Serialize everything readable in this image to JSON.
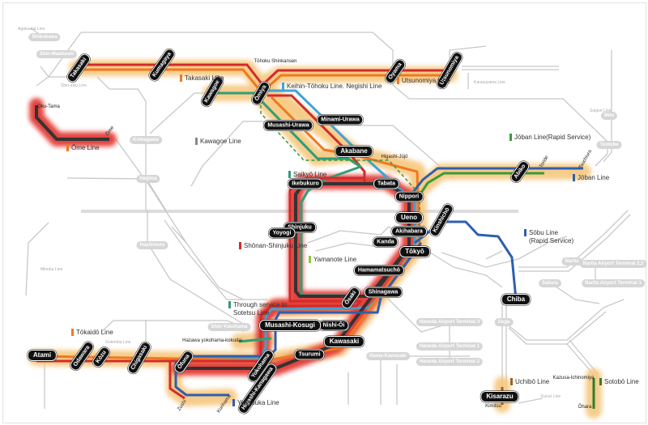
{
  "stations": {
    "takasaki": "Takasaki",
    "kumagaya": "Kumagaya",
    "omiya": "Ōmiya",
    "kawagoe": "Kawagoe",
    "oyama": "Oyama",
    "utsunomiya": "Utsunomiya",
    "musashi_urawa": "Musashi-Urawa",
    "minami_urawa": "Minami-Urawa",
    "akabane": "Akabane",
    "ikebukuro": "Ikebukuro",
    "tabata": "Tabata",
    "nippori": "Nippori",
    "ueno": "Ueno",
    "akihabara": "Akihabara",
    "kanda": "Kanda",
    "tokyo": "Tōkyō",
    "hamamatsucho": "Hamamatsuchō",
    "shinjuku": "Shinjuku",
    "yoyogi": "Yoyogi",
    "osaki": "Ōsaki",
    "shinagawa": "Shinagawa",
    "nishi_oi": "Nishi-Ōi",
    "musashi_kosugi": "Musashi-Kosugi",
    "tsurumi": "Tsurumi",
    "kawasaki": "Kawasaki",
    "yokohama": "Yokohama",
    "higashi_kanagawa": "Higashi-Kanagawa",
    "ofuna": "Ōfuna",
    "chigasaki": "Chigasaki",
    "kozu": "Kōzu",
    "odawara": "Odawara",
    "atami": "Atami",
    "kinshicho": "Kinshichō",
    "chiba": "Chiba",
    "kisarazu": "Kisarazu",
    "abiko": "Abiko"
  },
  "minor_labels": {
    "tohoku_shinkansen": "Tōhoku Shinkansen",
    "higashi_jujo": "Higashi-Jūjō",
    "toride": "Toride",
    "tsuchiura": "Tsuchiura",
    "oku_tama": "Oku-Tama",
    "ome": "Ōme",
    "hazawa": "Hazawa yokohama-kokudai",
    "zushi": "Zushi",
    "kurihama": "Kurihama",
    "kimitsu": "Kimitsu",
    "kazusa_ichinomiya": "Kazusa-Ichinomiya",
    "ohara": "Ōhara"
  },
  "other_stations": {
    "shibukawa": "Shibukawa",
    "shin_maebashi": "Shin-Maebashi",
    "komagawa": "Komagawa",
    "haijima": "Haijima",
    "hashimoto": "Hashimoto",
    "shin_yokohama": "Shin-Yokohama",
    "hama_kawasaki": "Hama-Kawasaki",
    "haneda3": "Haneda Airport Terminal 3",
    "haneda1": "Haneda Airport Terminal 1",
    "haneda2": "Haneda Airport Terminal 2",
    "narita": "Narita",
    "sakura": "Sakura",
    "soga": "Soga",
    "narita_t23": "Narita Airport Terminal 2,3",
    "narita_t1": "Narita Airport Terminal 1",
    "mito": "Mito",
    "tomobe": "Tomobe"
  },
  "other_lines": {
    "agatsuma": "Agatsuma Line",
    "shinetsu": "Shin-etsu Line",
    "karasuyama": "Karasuyama Line",
    "suigun": "Suigun Line",
    "minobu": "Minobu Line",
    "gotemba": "Gotemba Line",
    "kururi": "Kururi Line"
  },
  "legend": {
    "takasaki": {
      "label": "Takasaki Line",
      "color": "#f07820"
    },
    "keihin": {
      "label": "Keihin-Tōhoku Line. Negishi Line",
      "color": "#3fa3d6"
    },
    "utsunomiya": {
      "label": "Utsunomiya Line",
      "color": "#f07820"
    },
    "ome": {
      "label": "Ōme Line",
      "color": "#f07820"
    },
    "kawagoe": {
      "label": "Kawagoe Line",
      "color": "#888888"
    },
    "saikyo": {
      "label": "Saikyō Line",
      "color": "#2e9e78"
    },
    "joban_rapid": {
      "label": "Jōban Line(Rapid Service)",
      "color": "#3a9a3a"
    },
    "joban": {
      "label": "Jōban Line",
      "color": "#2f5fae"
    },
    "shonan": {
      "label": "Shōnan-Shinjuku Line",
      "color": "#d42a2a"
    },
    "yamanote": {
      "label": "Yamanote Line",
      "color": "#8cc63f"
    },
    "sobu": {
      "label": "Sōbu Line\n(Rapid Service)",
      "color": "#2f5fae"
    },
    "sotetsu": {
      "label": "Through service to\nSotetsu Line",
      "color": "#2e9e78"
    },
    "tokaido": {
      "label": "Tōkaidō Line",
      "color": "#f07820"
    },
    "yokosuka": {
      "label": "Yokosuka Line",
      "color": "#2f5fae"
    },
    "uchibo": {
      "label": "Uchibō Line",
      "color": "#a0602a"
    },
    "sotobo": {
      "label": "Sotobō Line",
      "color": "#2e7d32"
    }
  }
}
